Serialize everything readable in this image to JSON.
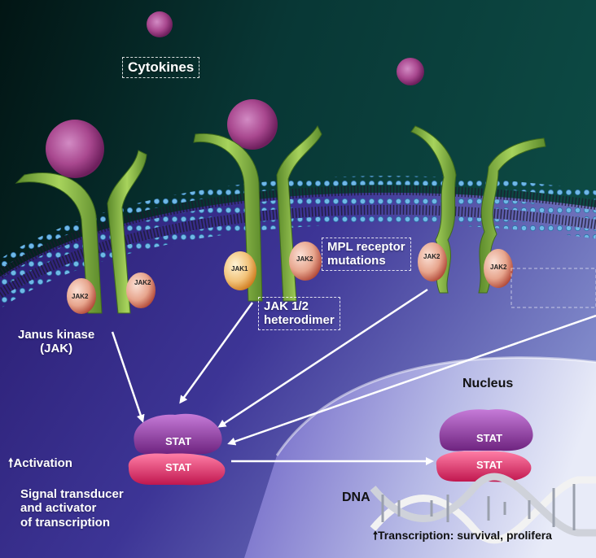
{
  "labels": {
    "cytokines": "Cytokines",
    "mpl_line1": "MPL receptor",
    "mpl_line2": "mutations",
    "jak12_line1": "JAK 1/2",
    "jak12_line2": "heterodimer",
    "janus_line1": "Janus kinase",
    "janus_line2": "(JAK)",
    "nucleus": "Nucleus",
    "activation": "Activation",
    "activation_arrow": "🠕",
    "stat_line1": "Signal transducer",
    "stat_line2": "and activator",
    "stat_line3": "of transcription",
    "dna": "DNA",
    "transcription": "Transcription: survival, prolifera",
    "transcription_arrow": "🠕"
  },
  "jak_tags": [
    "JAK2",
    "JAK2",
    "JAK1",
    "JAK2",
    "JAK2",
    "JAK2"
  ],
  "stat_tags": [
    "STAT",
    "STAT",
    "STAT",
    "STAT"
  ],
  "colors": {
    "background_top": "#0a3f3c",
    "background_dark": "#02201f",
    "membrane": "#4a9bd0",
    "cytoplasm": "#3b2a8e",
    "nucleus": "#6d64c9",
    "receptor": "#8ab84a",
    "cytokine": "#b04b9a",
    "stat_top": "#9b3fb3",
    "stat_bottom": "#e0316b",
    "arrow": "#ffffff"
  }
}
